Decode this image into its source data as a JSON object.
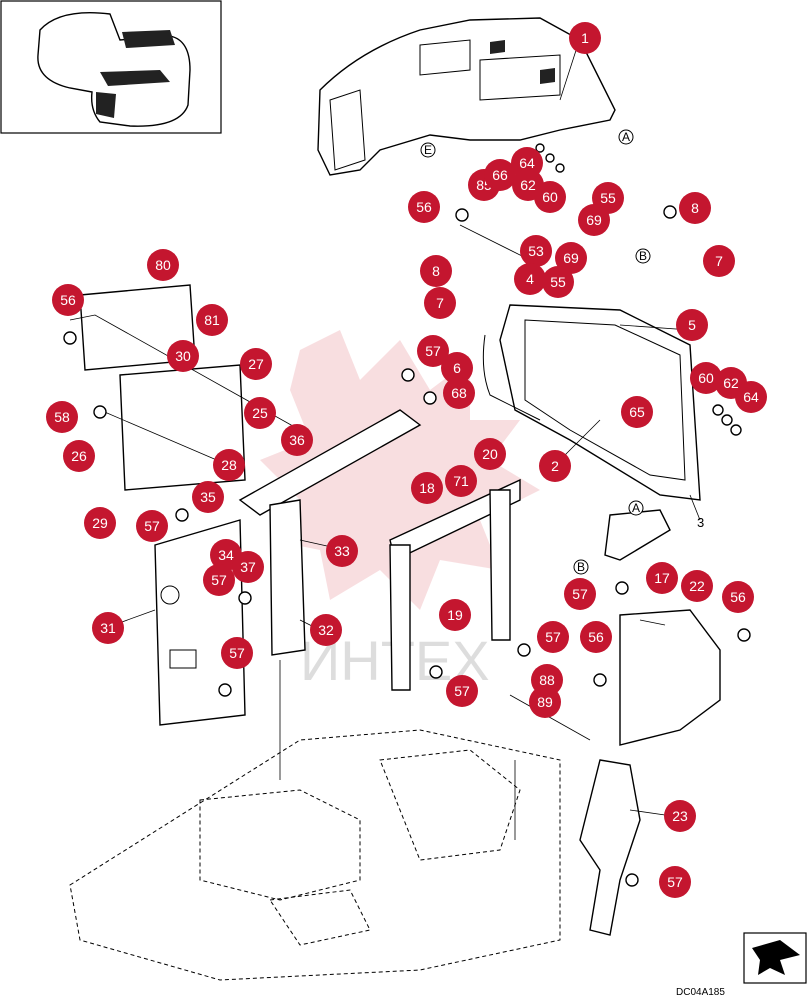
{
  "diagram": {
    "drawing_code": "DC04A185",
    "watermark": "ИНТЕХ",
    "plain_labels": [
      "3"
    ],
    "letter_refs": [
      "A",
      "B",
      "E",
      "A",
      "B"
    ],
    "callouts": [
      "1",
      "85",
      "66",
      "64",
      "62",
      "60",
      "55",
      "69",
      "56",
      "8",
      "53",
      "4",
      "69",
      "55",
      "7",
      "8",
      "7",
      "5",
      "57",
      "6",
      "68",
      "60",
      "62",
      "64",
      "65",
      "80",
      "56",
      "81",
      "30",
      "27",
      "58",
      "25",
      "26",
      "28",
      "36",
      "20",
      "18",
      "71",
      "29",
      "35",
      "57",
      "34",
      "37",
      "57",
      "33",
      "31",
      "32",
      "19",
      "2",
      "17",
      "22",
      "57",
      "56",
      "56",
      "57",
      "57",
      "89",
      "88",
      "23",
      "57"
    ],
    "colors": {
      "callout": "#c4162f",
      "watermark": "#f3c2c7"
    },
    "icons": {
      "inset": "engine-cover-inset",
      "direction": "direction-arrow-icon"
    }
  }
}
